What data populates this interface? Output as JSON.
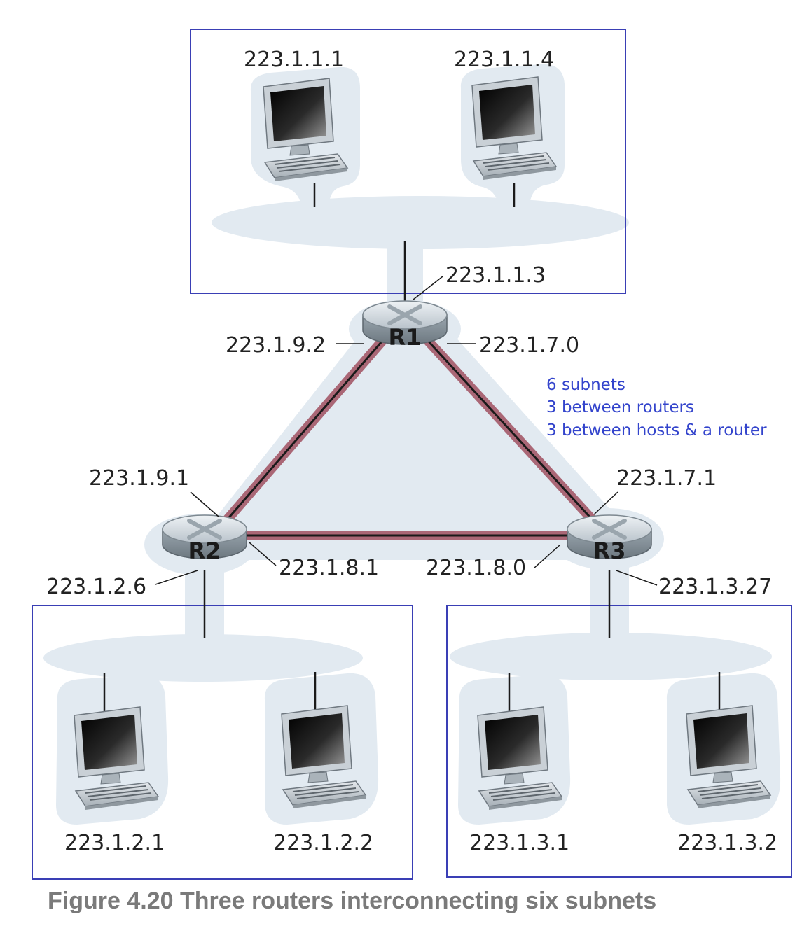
{
  "colors": {
    "subnet_border": "#3a3fb5",
    "cloud": "#e2eaf1",
    "router_link": "#a05060",
    "wire": "#1a1a1a",
    "note_text": "#3344cc",
    "caption_text": "#7a7a7a"
  },
  "routers": {
    "r1": "R1",
    "r2": "R2",
    "r3": "R3"
  },
  "addresses": {
    "host_top_left": "223.1.1.1",
    "host_top_right": "223.1.1.4",
    "r1_subnet_iface": "223.1.1.3",
    "r1_to_r2": "223.1.9.2",
    "r1_to_r3": "223.1.7.0",
    "r2_to_r1": "223.1.9.1",
    "r3_to_r1": "223.1.7.1",
    "r2_to_r3": "223.1.8.1",
    "r3_to_r2": "223.1.8.0",
    "r2_subnet_iface": "223.1.2.6",
    "r3_subnet_iface": "223.1.3.27",
    "host_bl_left": "223.1.2.1",
    "host_bl_right": "223.1.2.2",
    "host_br_left": "223.1.3.1",
    "host_br_right": "223.1.3.2"
  },
  "note": {
    "line1": "6 subnets",
    "line2": "3 between routers",
    "line3": "3 between hosts & a router"
  },
  "caption": "Figure 4.20 Three routers interconnecting six subnets",
  "icons": [
    "desktop-computer-icon",
    "router-icon"
  ]
}
